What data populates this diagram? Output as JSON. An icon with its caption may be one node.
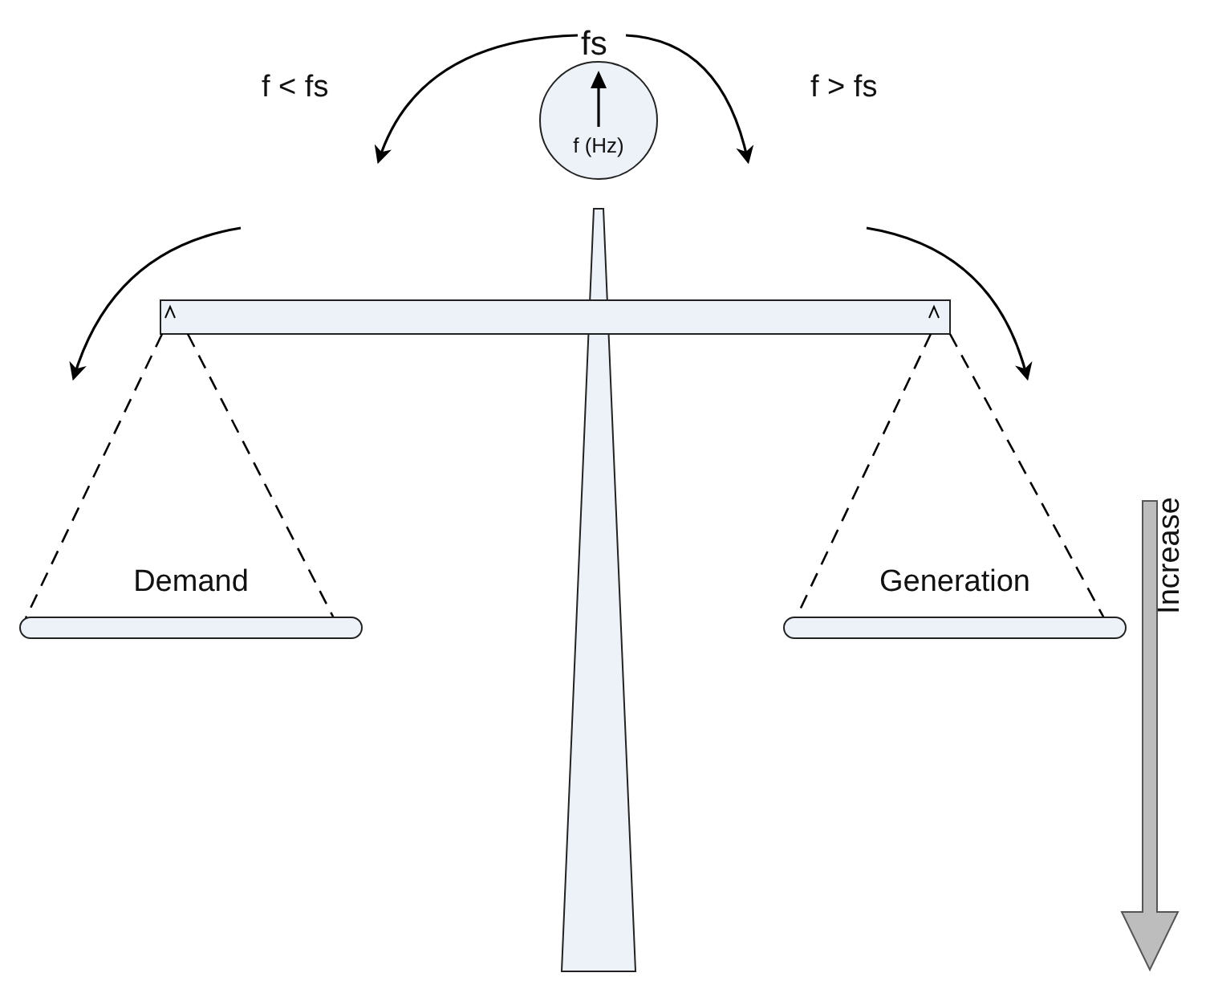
{
  "diagram": {
    "nodes": [
      {
        "text": [
          "f (Hz)"
        ],
        "beside": [
          "fs"
        ]
      },
      {
        "text": [
          "Demand"
        ]
      },
      {
        "text": [
          "Generation"
        ]
      }
    ],
    "labels": [
      "f < fs",
      "f > fs",
      "Increase"
    ]
  }
}
